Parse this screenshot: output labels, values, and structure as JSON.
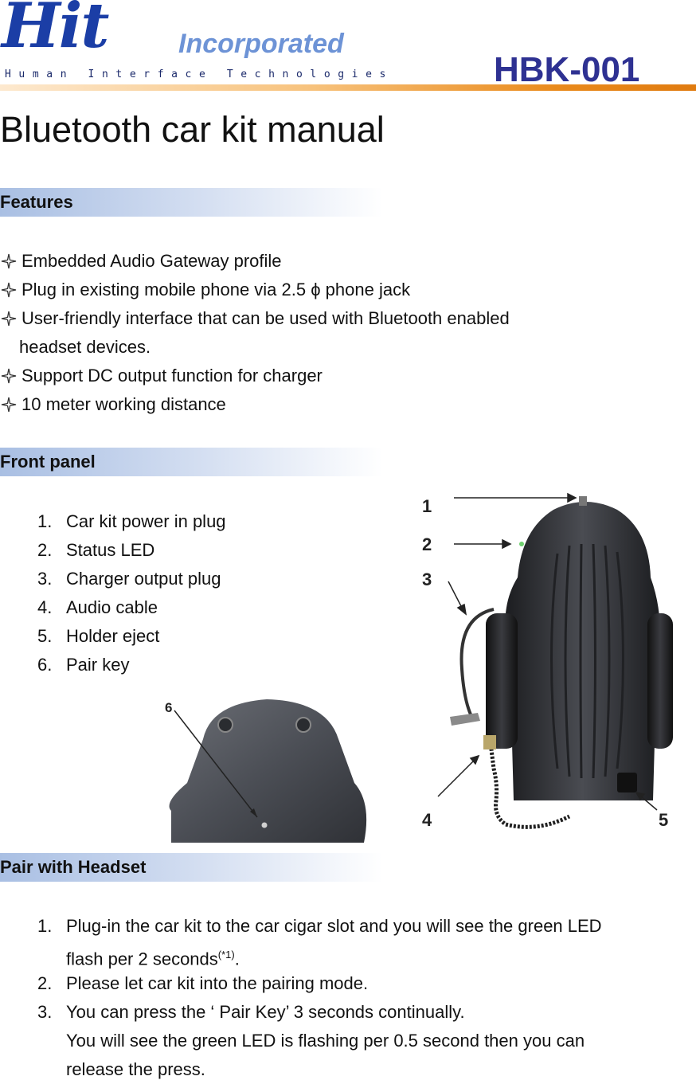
{
  "header": {
    "logo_main": "Hit",
    "logo_incorporated": "Incorporated",
    "logo_tagline": "Human Interface Technologies",
    "model": "HBK-001"
  },
  "title": "Bluetooth car kit manual",
  "sections": {
    "features": {
      "heading": "Features",
      "items": [
        "Embedded Audio Gateway profile",
        "Plug in existing mobile phone via 2.5 ϕ phone jack",
        "User-friendly interface that can be used with Bluetooth enabled",
        "Support DC output function for charger",
        "10 meter working distance"
      ],
      "item3_continued": "headset devices."
    },
    "front_panel": {
      "heading": "Front panel",
      "items": [
        {
          "num": "1.",
          "text": "Car kit power in plug"
        },
        {
          "num": "2.",
          "text": "Status LED"
        },
        {
          "num": "3.",
          "text": "Charger output plug"
        },
        {
          "num": "4.",
          "text": "Audio cable"
        },
        {
          "num": "5.",
          "text": "Holder eject"
        },
        {
          "num": "6.",
          "text": "Pair key"
        }
      ],
      "callouts": [
        "1",
        "2",
        "3",
        "4",
        "5",
        "6"
      ]
    },
    "pair": {
      "heading": "Pair with Headset",
      "items": [
        {
          "num": "1.",
          "text": "Plug-in the car kit to the car cigar slot and you will see the green LED",
          "cont": "flash per 2 seconds",
          "sup": "(*1)",
          "tail": "."
        },
        {
          "num": "2.",
          "text": "Please let car kit into the pairing mode."
        },
        {
          "num": "3.",
          "text": "You can press the ‘ Pair Key’  3 seconds continually.",
          "cont": "You will see the green LED is flashing per 0.5 second then you can",
          "cont2": "release the press."
        }
      ]
    }
  },
  "colors": {
    "brand_blue": "#1b3ea6",
    "model_blue": "#2e3192",
    "header_orange": "#e98a1c",
    "section_band": "#a9bfe3"
  }
}
